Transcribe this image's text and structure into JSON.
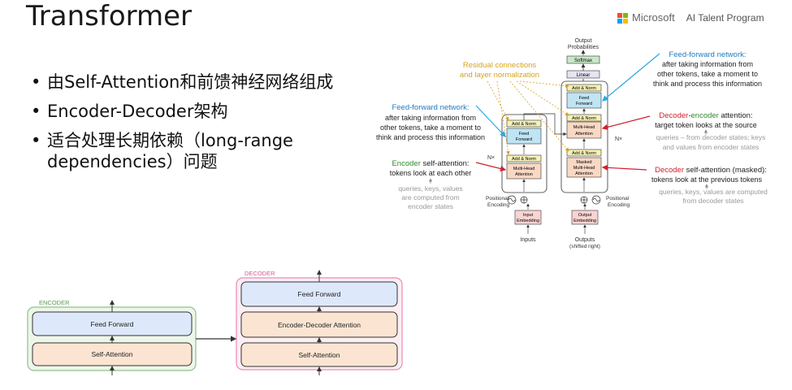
{
  "slide": {
    "title": "Transformer",
    "bullets": [
      "由Self-Attention和前馈神经网络组成",
      "Encoder-Decoder架构",
      "适合处理长期依赖（long-range dependencies）问题"
    ]
  },
  "logo": {
    "brand": "Microsoft",
    "program": "AI Talent Program",
    "colors": [
      "#f25022",
      "#7fba00",
      "#00a4ef",
      "#ffb900"
    ]
  },
  "arch": {
    "output_label_1": "Output",
    "output_label_2": "Probabilities",
    "softmax": "Softmax",
    "linear": "Linear",
    "add_norm": "Add & Norm",
    "feed": "Feed",
    "forward": "Forward",
    "multi": "Multi-Head",
    "attention": "Attention",
    "masked": "Masked",
    "nx": "N×",
    "pos_1": "Positional",
    "pos_2": "Encoding",
    "input_1": "Input",
    "input_2": "Embedding",
    "output_emb_1": "Output",
    "output_emb_2": "Embedding",
    "inputs": "Inputs",
    "outputs_1": "Outputs",
    "outputs_2": "(shifted right)"
  },
  "annotations": {
    "residual_1": "Residual connections",
    "residual_2": "and layer normalization",
    "ffn_left_title": "Feed-forward network:",
    "ffn_left_1": "after taking information from",
    "ffn_left_2": "other tokens, take a moment to",
    "ffn_left_3": "think and process this information",
    "enc_self_colored": "Encoder",
    "enc_self_rest": " self-attention:",
    "enc_self_desc": "tokens look at each other",
    "enc_self_q1": "queries, keys, values",
    "enc_self_q2": "are computed from",
    "enc_self_q3": "encoder states",
    "ffn_right_title": "Feed-forward network:",
    "ffn_right_1": "after taking information from",
    "ffn_right_2": "other tokens, take a moment to",
    "ffn_right_3": "think and process this information",
    "dec_enc_a": "Decoder",
    "dec_enc_b": "-",
    "dec_enc_c": "encoder",
    "dec_enc_d": " attention:",
    "dec_enc_desc": "target token looks at the source",
    "dec_enc_q1": "queries – from decoder states; keys",
    "dec_enc_q2": "and values from encoder states",
    "dec_self_colored": "Decoder",
    "dec_self_rest": " self-attention (masked):",
    "dec_self_desc": "tokens look at the previous tokens",
    "dec_self_q1": "queries, keys, values are computed",
    "dec_self_q2": "from decoder states"
  },
  "simple": {
    "encoder_label": "ENCODER",
    "decoder_label": "DECODER",
    "feed_forward": "Feed Forward",
    "self_attention": "Self-Attention",
    "enc_dec_attention": "Encoder-Decoder Attention"
  }
}
